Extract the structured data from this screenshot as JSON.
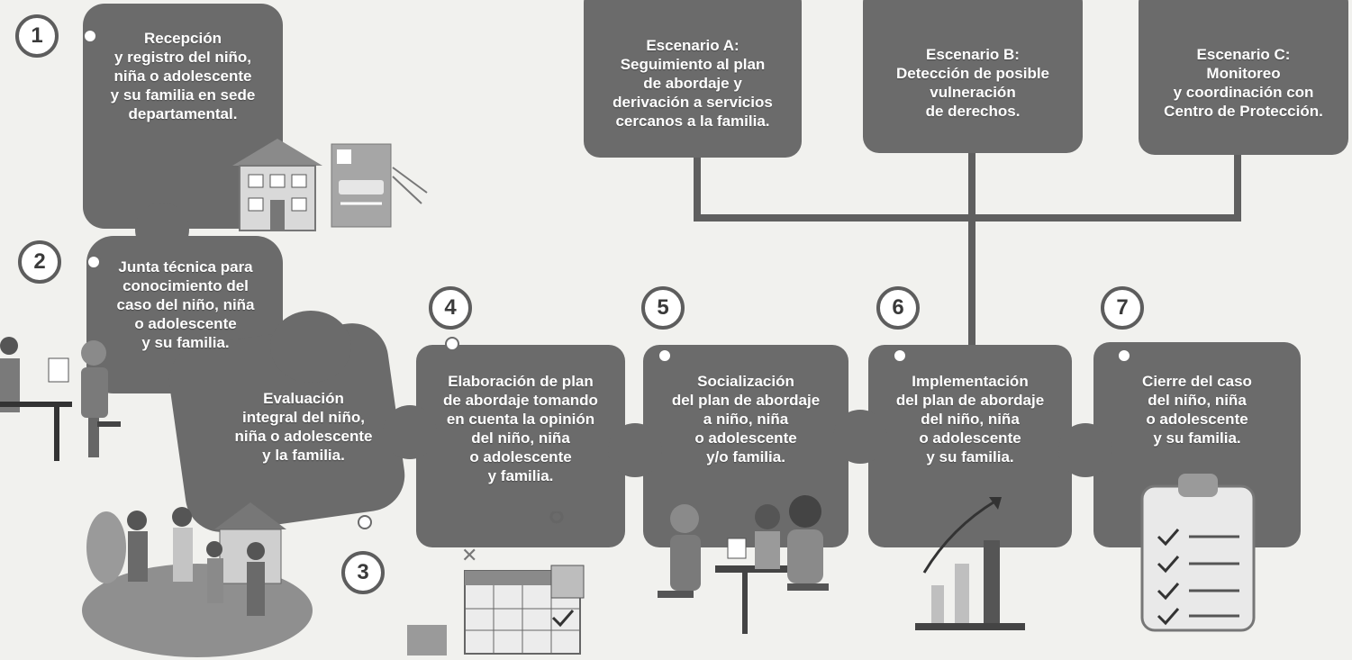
{
  "steps": [
    {
      "num": "1",
      "text": "Recepción\ny registro del niño,\nniña o adolescente\ny su familia en sede\ndepartamental."
    },
    {
      "num": "2",
      "text": "Junta técnica para\nconocimiento del\ncaso del niño, niña\no adolescente\ny su familia."
    },
    {
      "num": "3",
      "text": "Evaluación\nintegral del niño,\nniña o adolescente\ny la familia."
    },
    {
      "num": "4",
      "text": "Elaboración de plan\nde abordaje tomando\nen cuenta la opinión\ndel niño, niña\no adolescente\ny familia."
    },
    {
      "num": "5",
      "text": "Socialización\ndel plan de abordaje\na niño, niña\no adolescente\ny/o familia."
    },
    {
      "num": "6",
      "text": "Implementación\ndel plan de abordaje\ndel niño, niña\no adolescente\ny su familia."
    },
    {
      "num": "7",
      "text": "Cierre del caso\ndel niño, niña\no adolescente\ny su familia."
    }
  ],
  "scenarios": [
    {
      "text": "Escenario A:\nSeguimiento al plan\nde abordaje y\nderivación a servicios\ncercanos a la familia."
    },
    {
      "text": "Escenario B:\nDetección de posible\nvulneración\nde derechos."
    },
    {
      "text": "Escenario C:\nMonitoreo\ny coordinación con\nCentro de Protección."
    }
  ],
  "colors": {
    "box": "#6b6b6b",
    "line": "#5f5f5f",
    "background": "#f1f1ee"
  },
  "icons": [
    "house-icon",
    "document-icon",
    "meeting-icon",
    "family-icon",
    "calendar-icon",
    "conversation-icon",
    "growth-chart-icon",
    "clipboard-icon"
  ]
}
